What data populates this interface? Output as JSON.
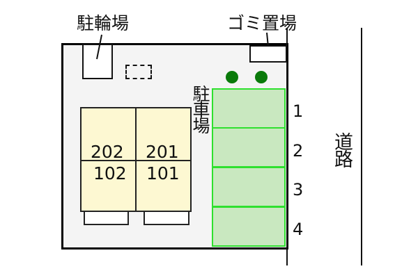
{
  "labels": {
    "bicycle_parking": "駐輪場",
    "garbage": "ゴミ置場",
    "parking": "駐車場",
    "road": "道路"
  },
  "units": {
    "upper_left": "202",
    "upper_right": "201",
    "lower_left": "102",
    "lower_right": "101"
  },
  "parking_slots": [
    "1",
    "2",
    "3",
    "4"
  ],
  "colors": {
    "parking_fill": "#c9e8c0",
    "parking_border": "#2ee02e",
    "building_fill": "#fdf8d2",
    "tree": "#0a7a0a"
  }
}
